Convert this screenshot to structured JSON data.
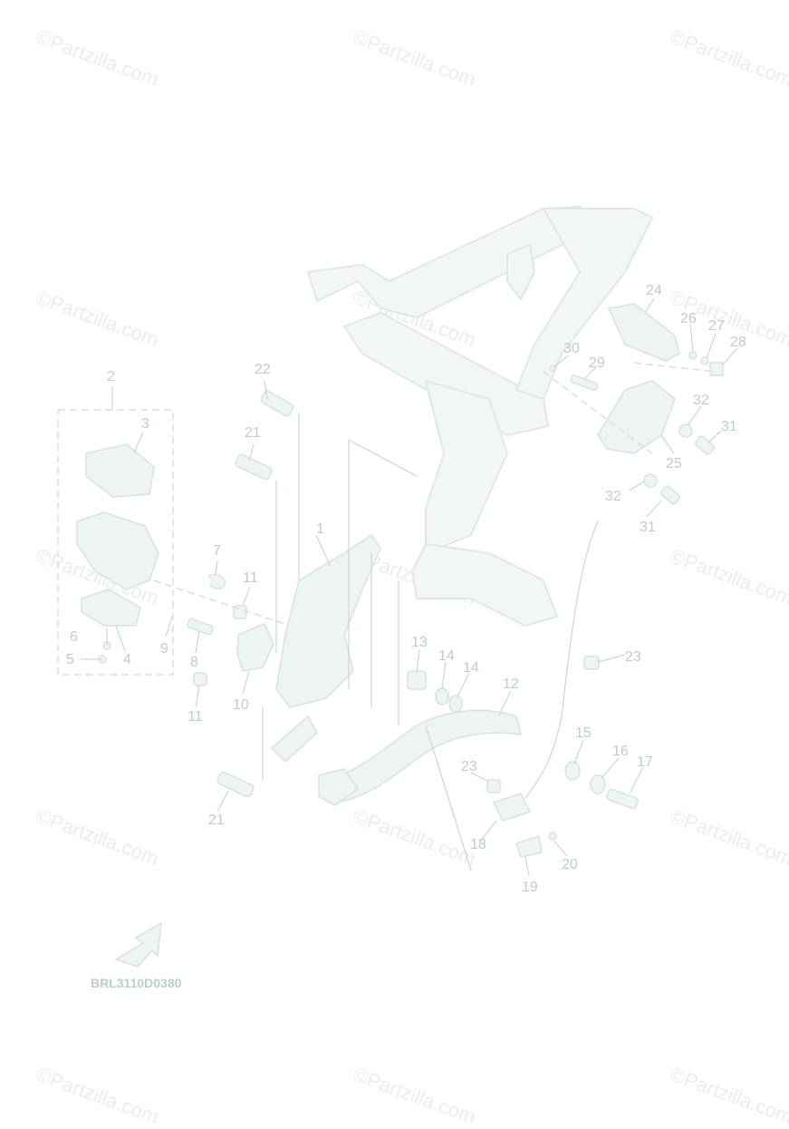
{
  "watermark": "©Partzilla.com",
  "diagram_code": "BRL3110D0380",
  "callouts": [
    "1",
    "2",
    "3",
    "4",
    "5",
    "6",
    "7",
    "8",
    "9",
    "10",
    "11",
    "11",
    "12",
    "13",
    "14",
    "14",
    "15",
    "16",
    "17",
    "18",
    "19",
    "20",
    "21",
    "21",
    "22",
    "23",
    "23",
    "24",
    "25",
    "26",
    "27",
    "28",
    "29",
    "30",
    "31",
    "31",
    "32",
    "32"
  ],
  "colors": {
    "line": "#c7dacd",
    "text": "#b9d0c2",
    "part_fill": "#eef5f0",
    "watermark": "#e6efe9"
  }
}
